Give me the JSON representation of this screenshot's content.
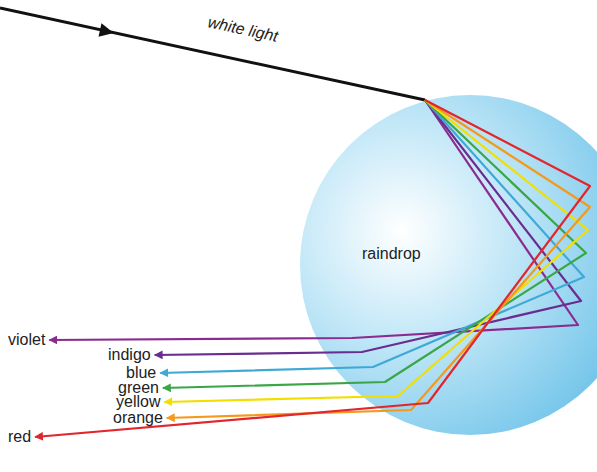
{
  "diagram": {
    "nodes": [
      {
        "text": [
          "raindrop"
        ]
      }
    ],
    "labels": [
      "white light",
      "violet",
      "indigo",
      "blue",
      "green",
      "yellow",
      "orange",
      "red"
    ]
  }
}
